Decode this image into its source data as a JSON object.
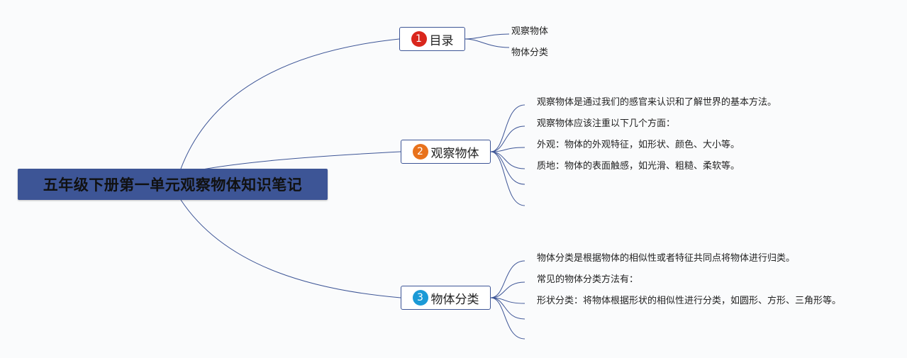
{
  "root": {
    "title": "五年级下册第一单元观察物体知识笔记"
  },
  "branches": [
    {
      "number": "1",
      "label": "目录",
      "badge_color": "#d9261c",
      "leaves": [
        "观察物体",
        "物体分类"
      ]
    },
    {
      "number": "2",
      "label": "观察物体",
      "badge_color": "#e8721c",
      "leaves": [
        "观察物体是通过我们的感官来认识和了解世界的基本方法。",
        "观察物体应该注重以下几个方面：",
        "外观：物体的外观特征，如形状、颜色、大小等。",
        "质地：物体的表面触感，如光滑、粗糙、柔软等。",
        "",
        ""
      ]
    },
    {
      "number": "3",
      "label": "物体分类",
      "badge_color": "#1b9ad6",
      "leaves": [
        "物体分类是根据物体的相似性或者特征共同点将物体进行归类。",
        "常见的物体分类方法有：",
        "形状分类：将物体根据形状的相似性进行分类，如圆形、方形、三角形等。",
        "",
        ""
      ]
    }
  ],
  "colors": {
    "accent": "#3d5596",
    "line": "#3d5596"
  }
}
